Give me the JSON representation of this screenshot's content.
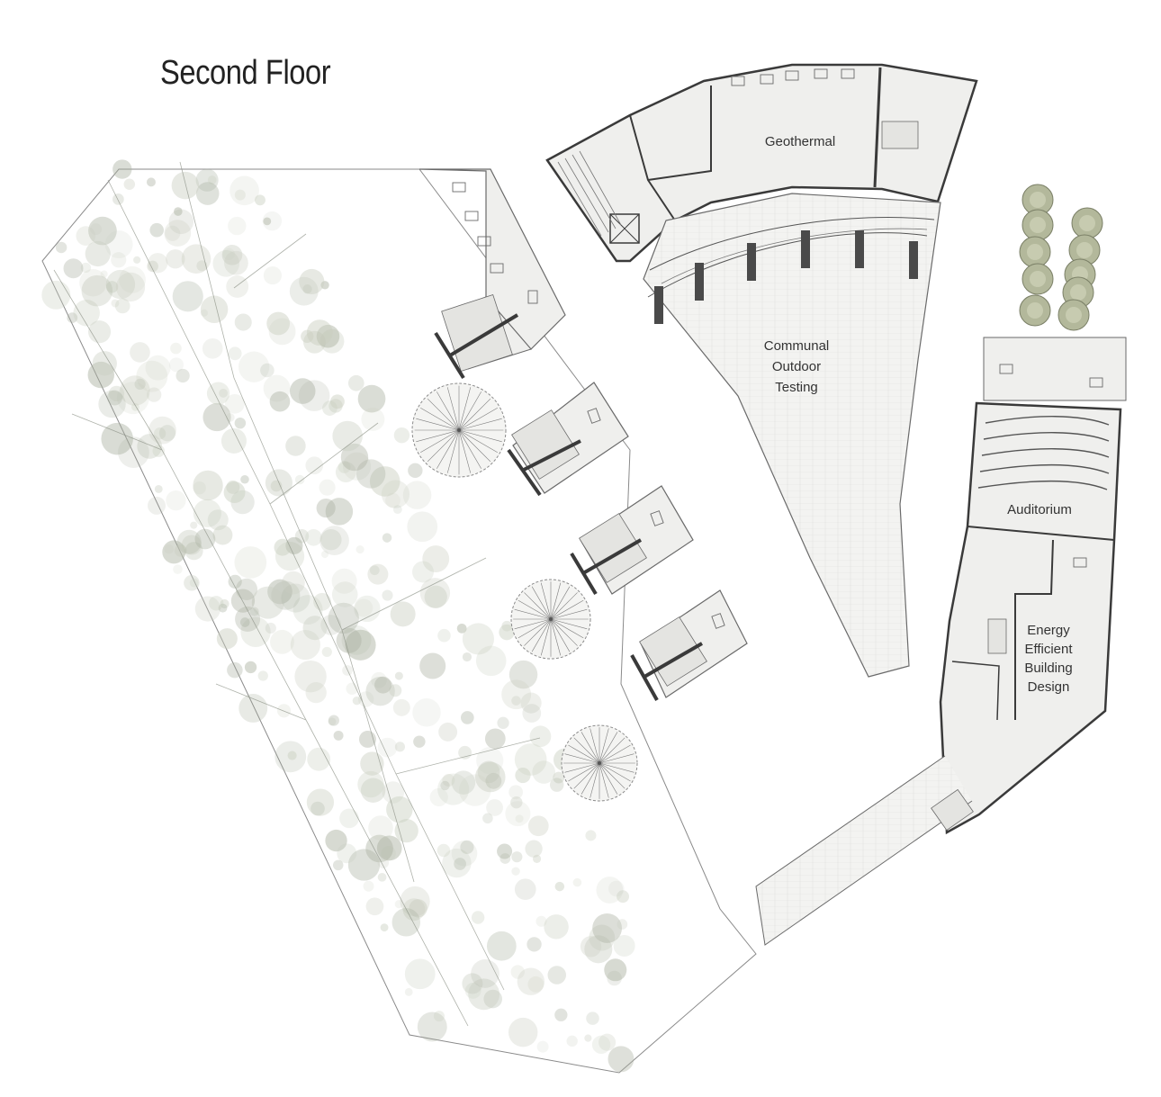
{
  "title": "Second Floor",
  "rooms": {
    "geothermal": "Geothermal",
    "communal": [
      "Communal",
      "Outdoor",
      "Testing"
    ],
    "auditorium": "Auditorium",
    "energy": [
      "Energy",
      "Efficient",
      "Building",
      "Design"
    ]
  },
  "colors": {
    "background": "#ffffff",
    "floor_fill": "#efefed",
    "paving_fill": "#f3f3f1",
    "wall": "#3a3a3a",
    "tree_canopy": "#c9cec0",
    "tree_dark": "#9aa394",
    "label_text": "#333333"
  },
  "icons": {
    "tree": "tree-canopy-icon",
    "stair": "stair-icon",
    "table": "table-icon"
  }
}
